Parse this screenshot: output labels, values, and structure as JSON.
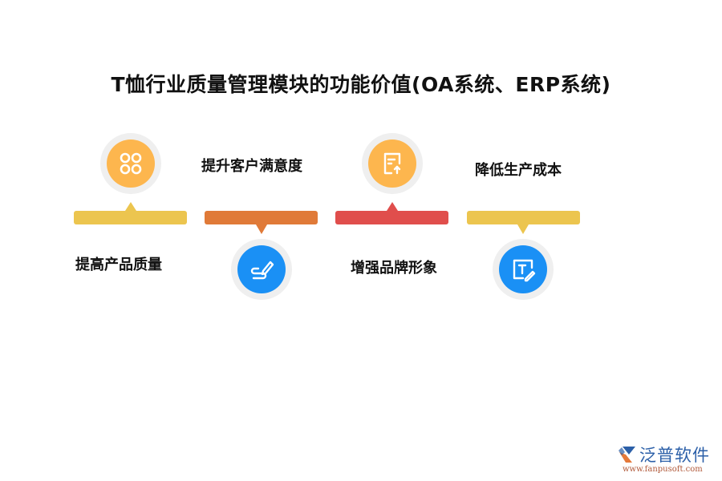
{
  "title": "T恤行业质量管理模块的功能价值(OA系统、ERP系统)",
  "items": [
    {
      "label": "提高产品质量",
      "icon": "apps-grid-icon",
      "bar_color": "#ecc54f",
      "circle_color": "#fdb64e",
      "position": "top"
    },
    {
      "label": "提升客户满意度",
      "icon": "signature-pen-icon",
      "bar_color": "#e07a38",
      "circle_color": "#1a90f5",
      "position": "bottom"
    },
    {
      "label": "增强品牌形象",
      "icon": "document-upload-icon",
      "bar_color": "#e04e4c",
      "circle_color": "#fdb64e",
      "position": "top"
    },
    {
      "label": "降低生产成本",
      "icon": "text-edit-icon",
      "bar_color": "#ecc54f",
      "circle_color": "#1a90f5",
      "position": "bottom"
    }
  ],
  "logo": {
    "name": "泛普软件",
    "url": "www.fanpusoft.com"
  }
}
